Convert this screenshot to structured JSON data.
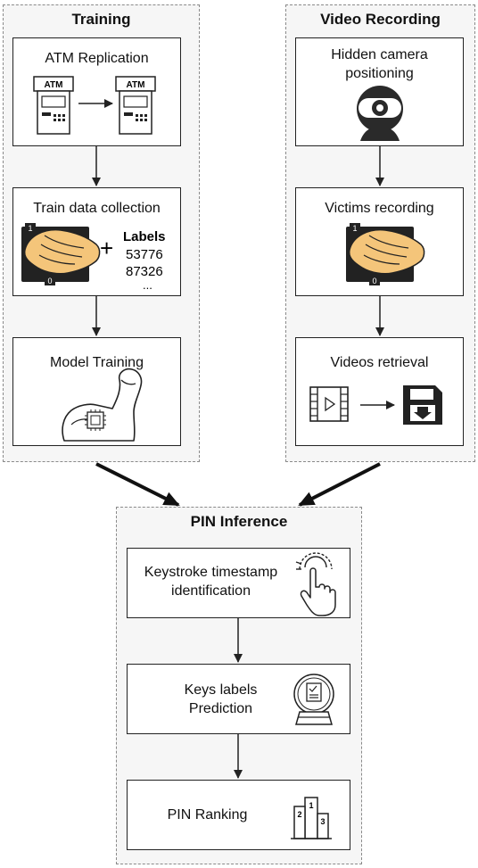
{
  "groups": {
    "training": {
      "title": "Training",
      "steps": [
        "ATM Replication",
        "Train data collection",
        "Model Training"
      ],
      "atm_sign": "ATM",
      "labels_title": "Labels",
      "labels_values": [
        "53776",
        "87326",
        "..."
      ],
      "plus": "+",
      "keypad_digits": [
        "1",
        "0"
      ]
    },
    "video": {
      "title": "Video Recording",
      "steps": [
        "Hidden camera positioning",
        "Victims recording",
        "Videos retrieval"
      ],
      "keypad_digits": [
        "1",
        "0"
      ]
    },
    "pin": {
      "title": "PIN Inference",
      "steps": [
        "Keystroke timestamp identification",
        "Keys labels Prediction",
        "PIN Ranking"
      ],
      "podium_numbers": [
        "1",
        "2",
        "3"
      ]
    }
  },
  "icons": [
    "atm-icon",
    "arrow-icon",
    "hand-keypad-icon",
    "flexed-arm-icon",
    "chip-icon",
    "webcam-icon",
    "video-file-icon",
    "floppy-disk-icon",
    "touch-hand-icon",
    "crystal-ball-icon",
    "podium-icon"
  ],
  "colors": {
    "hand_fill": "#f4c57a",
    "group_background": "#f6f6f6",
    "border": "#222222"
  }
}
